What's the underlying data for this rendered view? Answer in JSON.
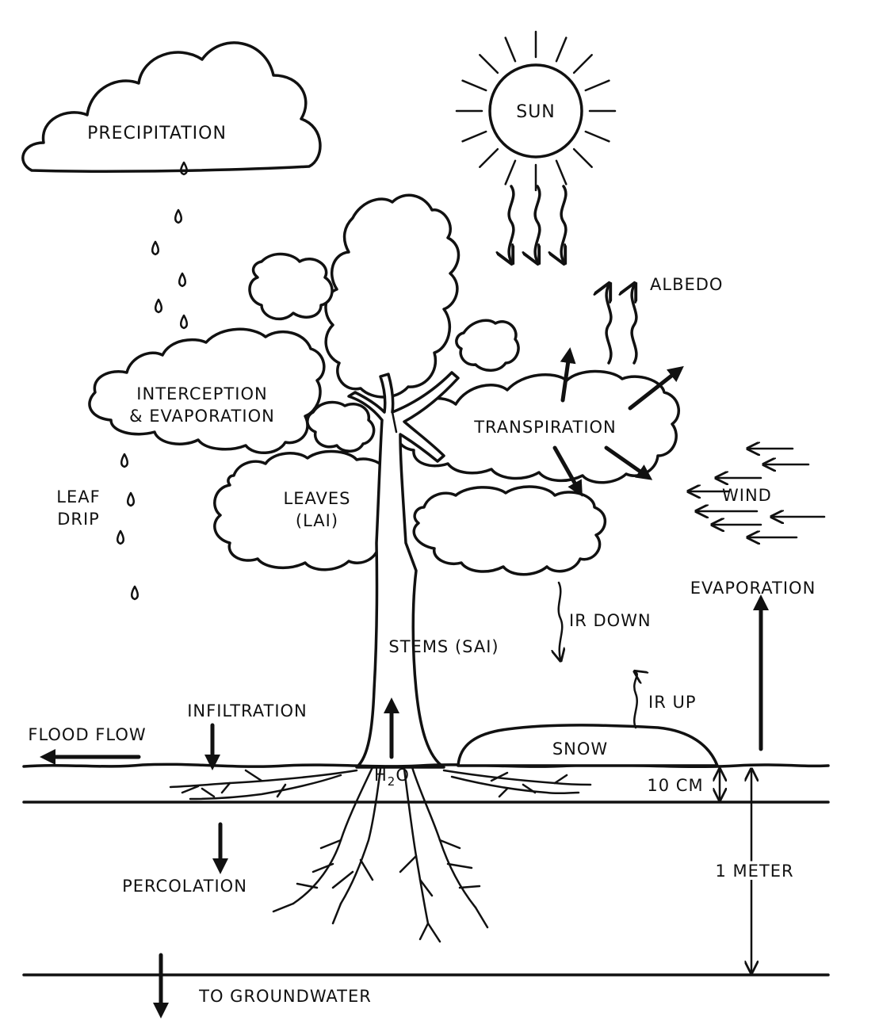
{
  "labels": {
    "precipitation": "PRECIPITATION",
    "sun": "SUN",
    "albedo": "ALBEDO",
    "interception_line1": "INTERCEPTION",
    "interception_line2": "& EVAPORATION",
    "transpiration": "TRANSPIRATION",
    "leaf_drip_line1": "LEAF",
    "leaf_drip_line2": "DRIP",
    "leaves_line1": "LEAVES",
    "leaves_line2": "(LAI)",
    "wind": "WIND",
    "evaporation": "EVAPORATION",
    "ir_down": "IR DOWN",
    "stems": "STEMS (SAI)",
    "ir_up": "IR UP",
    "infiltration": "INFILTRATION",
    "flood_flow": "FLOOD FLOW",
    "snow": "SNOW",
    "h2o_main": "H",
    "h2o_sub": "2",
    "h2o_end": "O",
    "ten_cm": "10 CM",
    "one_meter": "1 METER",
    "percolation": "PERCOLATION",
    "to_groundwater": "TO GROUNDWATER"
  },
  "colors": {
    "ink": "#111111",
    "paper": "#ffffff"
  }
}
